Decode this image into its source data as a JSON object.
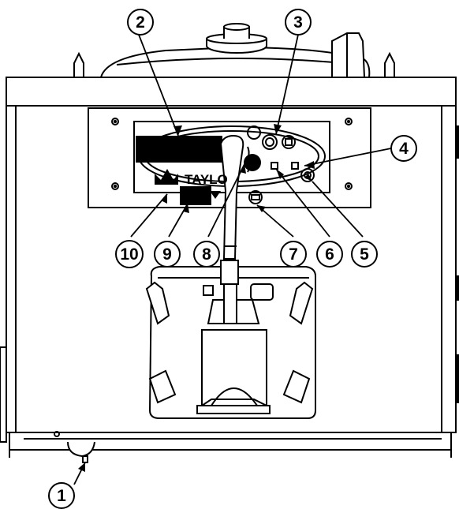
{
  "diagram": {
    "brand_text": "TAYLO",
    "callouts": [
      {
        "id": "1",
        "label": "1"
      },
      {
        "id": "2",
        "label": "2"
      },
      {
        "id": "3",
        "label": "3"
      },
      {
        "id": "4",
        "label": "4"
      },
      {
        "id": "5",
        "label": "5"
      },
      {
        "id": "6",
        "label": "6"
      },
      {
        "id": "7",
        "label": "7"
      },
      {
        "id": "8",
        "label": "8"
      },
      {
        "id": "9",
        "label": "9"
      },
      {
        "id": "10",
        "label": "10"
      }
    ]
  }
}
